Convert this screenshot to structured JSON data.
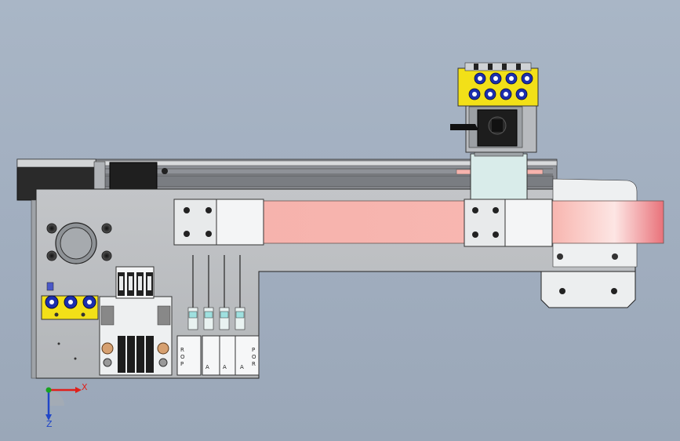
{
  "colors": {
    "background": "#a4b1c2",
    "plate": "#b9bcbf",
    "belt": "#f7b3ad",
    "block_yellow": "#f3e01a",
    "fitting_blue": "#1b2fb0",
    "motor_black": "#1e1e1e",
    "axis_x": "#e0201b",
    "axis_y": "#18a31f",
    "axis_z": "#2046c8"
  },
  "valve_labels": {
    "left": [
      "R",
      "O",
      "P"
    ],
    "right": [
      "P",
      "O",
      "R"
    ],
    "ports": [
      "A",
      "A",
      "A"
    ]
  },
  "triad": {
    "x": "X",
    "z": "Z"
  }
}
